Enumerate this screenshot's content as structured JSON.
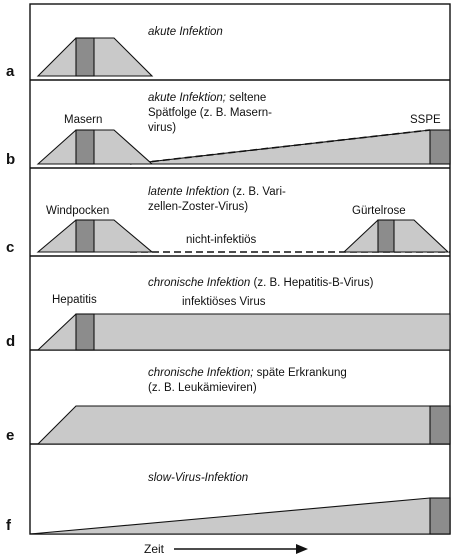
{
  "rows": [
    {
      "letter": "a",
      "title": {
        "italic": "akute Infektion",
        "plain": "",
        "line2": ""
      },
      "labels": []
    },
    {
      "letter": "b",
      "title": {
        "italic": "akute Infektion;",
        "plain": " seltene",
        "line2": "Spätfolge (z. B. Masern-",
        "line3": "virus)"
      },
      "labels": [
        {
          "text": "Masern"
        },
        {
          "text": "SSPE"
        }
      ]
    },
    {
      "letter": "c",
      "title": {
        "italic": "latente Infektion",
        "plain": " (z. B. Vari-",
        "line2": "zellen-Zoster-Virus)"
      },
      "labels": [
        {
          "text": "Windpocken"
        },
        {
          "text": "Gürtelrose"
        },
        {
          "text": "nicht-infektiös"
        }
      ]
    },
    {
      "letter": "d",
      "title": {
        "italic": "chronische Infektion",
        "plain": "  (z. B. Hepatitis-B-Virus)"
      },
      "labels": [
        {
          "text": "Hepatitis"
        },
        {
          "text": "infektiöses Virus"
        }
      ]
    },
    {
      "letter": "e",
      "title": {
        "italic": "chronische Infektion;",
        "plain": "  späte Erkrankung",
        "line2": "(z. B. Leukämieviren)"
      },
      "labels": []
    },
    {
      "letter": "f",
      "title": {
        "italic": "slow-Virus-Infektion",
        "plain": ""
      },
      "labels": []
    }
  ],
  "axis": {
    "label": "Zeit"
  },
  "colors": {
    "light": "#c9c9c9",
    "dark": "#8c8c8c",
    "line": "#111111"
  }
}
